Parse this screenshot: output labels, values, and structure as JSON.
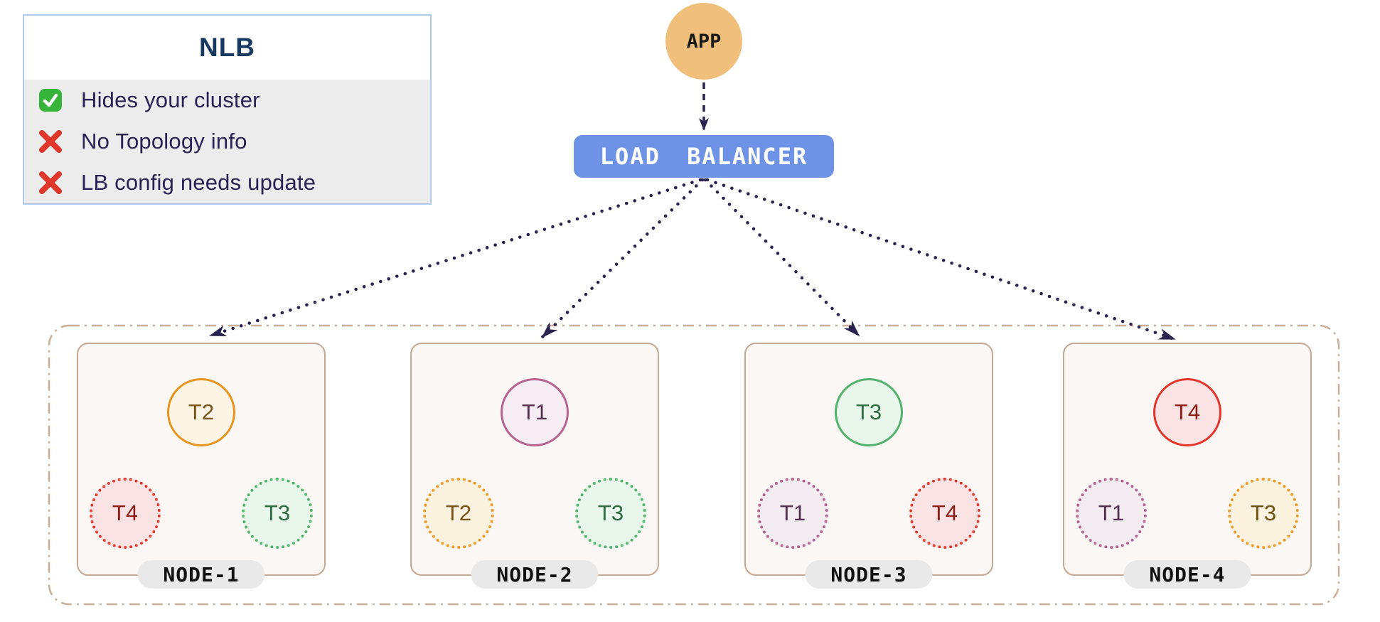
{
  "legend": {
    "title": "NLB",
    "items": [
      {
        "icon": "check-icon",
        "text": "Hides your cluster"
      },
      {
        "icon": "x-icon",
        "text": "No Topology info"
      },
      {
        "icon": "x-icon",
        "text": "LB config needs update"
      }
    ]
  },
  "app": {
    "label": "APP"
  },
  "load_balancer": {
    "label": "LOAD BALANCER"
  },
  "cluster": {
    "nodes": [
      {
        "name": "NODE-1",
        "pods": [
          {
            "label": "T2",
            "style": "solid",
            "colors": {
              "border": "#E8941F",
              "fill": "#FCF4E4",
              "text": "#7A5316"
            }
          },
          {
            "label": "T4",
            "style": "dotted",
            "colors": {
              "border": "#E43D31",
              "fill": "#FAE3E4",
              "text": "#8C1D14"
            }
          },
          {
            "label": "T3",
            "style": "dotted",
            "colors": {
              "border": "#55B470",
              "fill": "#E9F6EC",
              "text": "#2F6C41"
            }
          }
        ]
      },
      {
        "name": "NODE-2",
        "pods": [
          {
            "label": "T1",
            "style": "solid",
            "colors": {
              "border": "#B5638F",
              "fill": "#F5EDF3",
              "text": "#54304C"
            }
          },
          {
            "label": "T2",
            "style": "dotted",
            "colors": {
              "border": "#ED9A2B",
              "fill": "#FBF2E0",
              "text": "#7A5316"
            }
          },
          {
            "label": "T3",
            "style": "dotted",
            "colors": {
              "border": "#55B470",
              "fill": "#E9F6EC",
              "text": "#2F6C41"
            }
          }
        ]
      },
      {
        "name": "NODE-3",
        "pods": [
          {
            "label": "T3",
            "style": "solid",
            "colors": {
              "border": "#52B26C",
              "fill": "#E9F6EC",
              "text": "#2F6C41"
            }
          },
          {
            "label": "T1",
            "style": "dotted",
            "colors": {
              "border": "#B5638F",
              "fill": "#F2ECF1",
              "text": "#54304C"
            }
          },
          {
            "label": "T4",
            "style": "dotted",
            "colors": {
              "border": "#E43D31",
              "fill": "#FAE3E4",
              "text": "#8C1D14"
            }
          }
        ]
      },
      {
        "name": "NODE-4",
        "pods": [
          {
            "label": "T4",
            "style": "solid",
            "colors": {
              "border": "#E5352B",
              "fill": "#FAE3E5",
              "text": "#8C1D14"
            }
          },
          {
            "label": "T1",
            "style": "dotted",
            "colors": {
              "border": "#B5638F",
              "fill": "#F2ECF1",
              "text": "#54304C"
            }
          },
          {
            "label": "T3",
            "style": "dotted",
            "colors": {
              "border": "#ED9A2B",
              "fill": "#FBF2E0",
              "text": "#6E5212"
            }
          }
        ]
      }
    ]
  },
  "colors": {
    "app_fill": "#EFBF7B",
    "lb_fill": "#6E93E6",
    "arrow": "#29244F",
    "cluster_border": "#C9AE98",
    "node_border": "#C5A893",
    "node_fill": "#FAF7F5",
    "legend_border": "#AECBEA",
    "legend_body_bg": "#ECECEC",
    "legend_title_text": "#17395F",
    "legend_item_text": "#2A2254",
    "check_green": "#36B43A",
    "cross_red": "#E0362C",
    "pill_bg": "#E9E9EA"
  }
}
